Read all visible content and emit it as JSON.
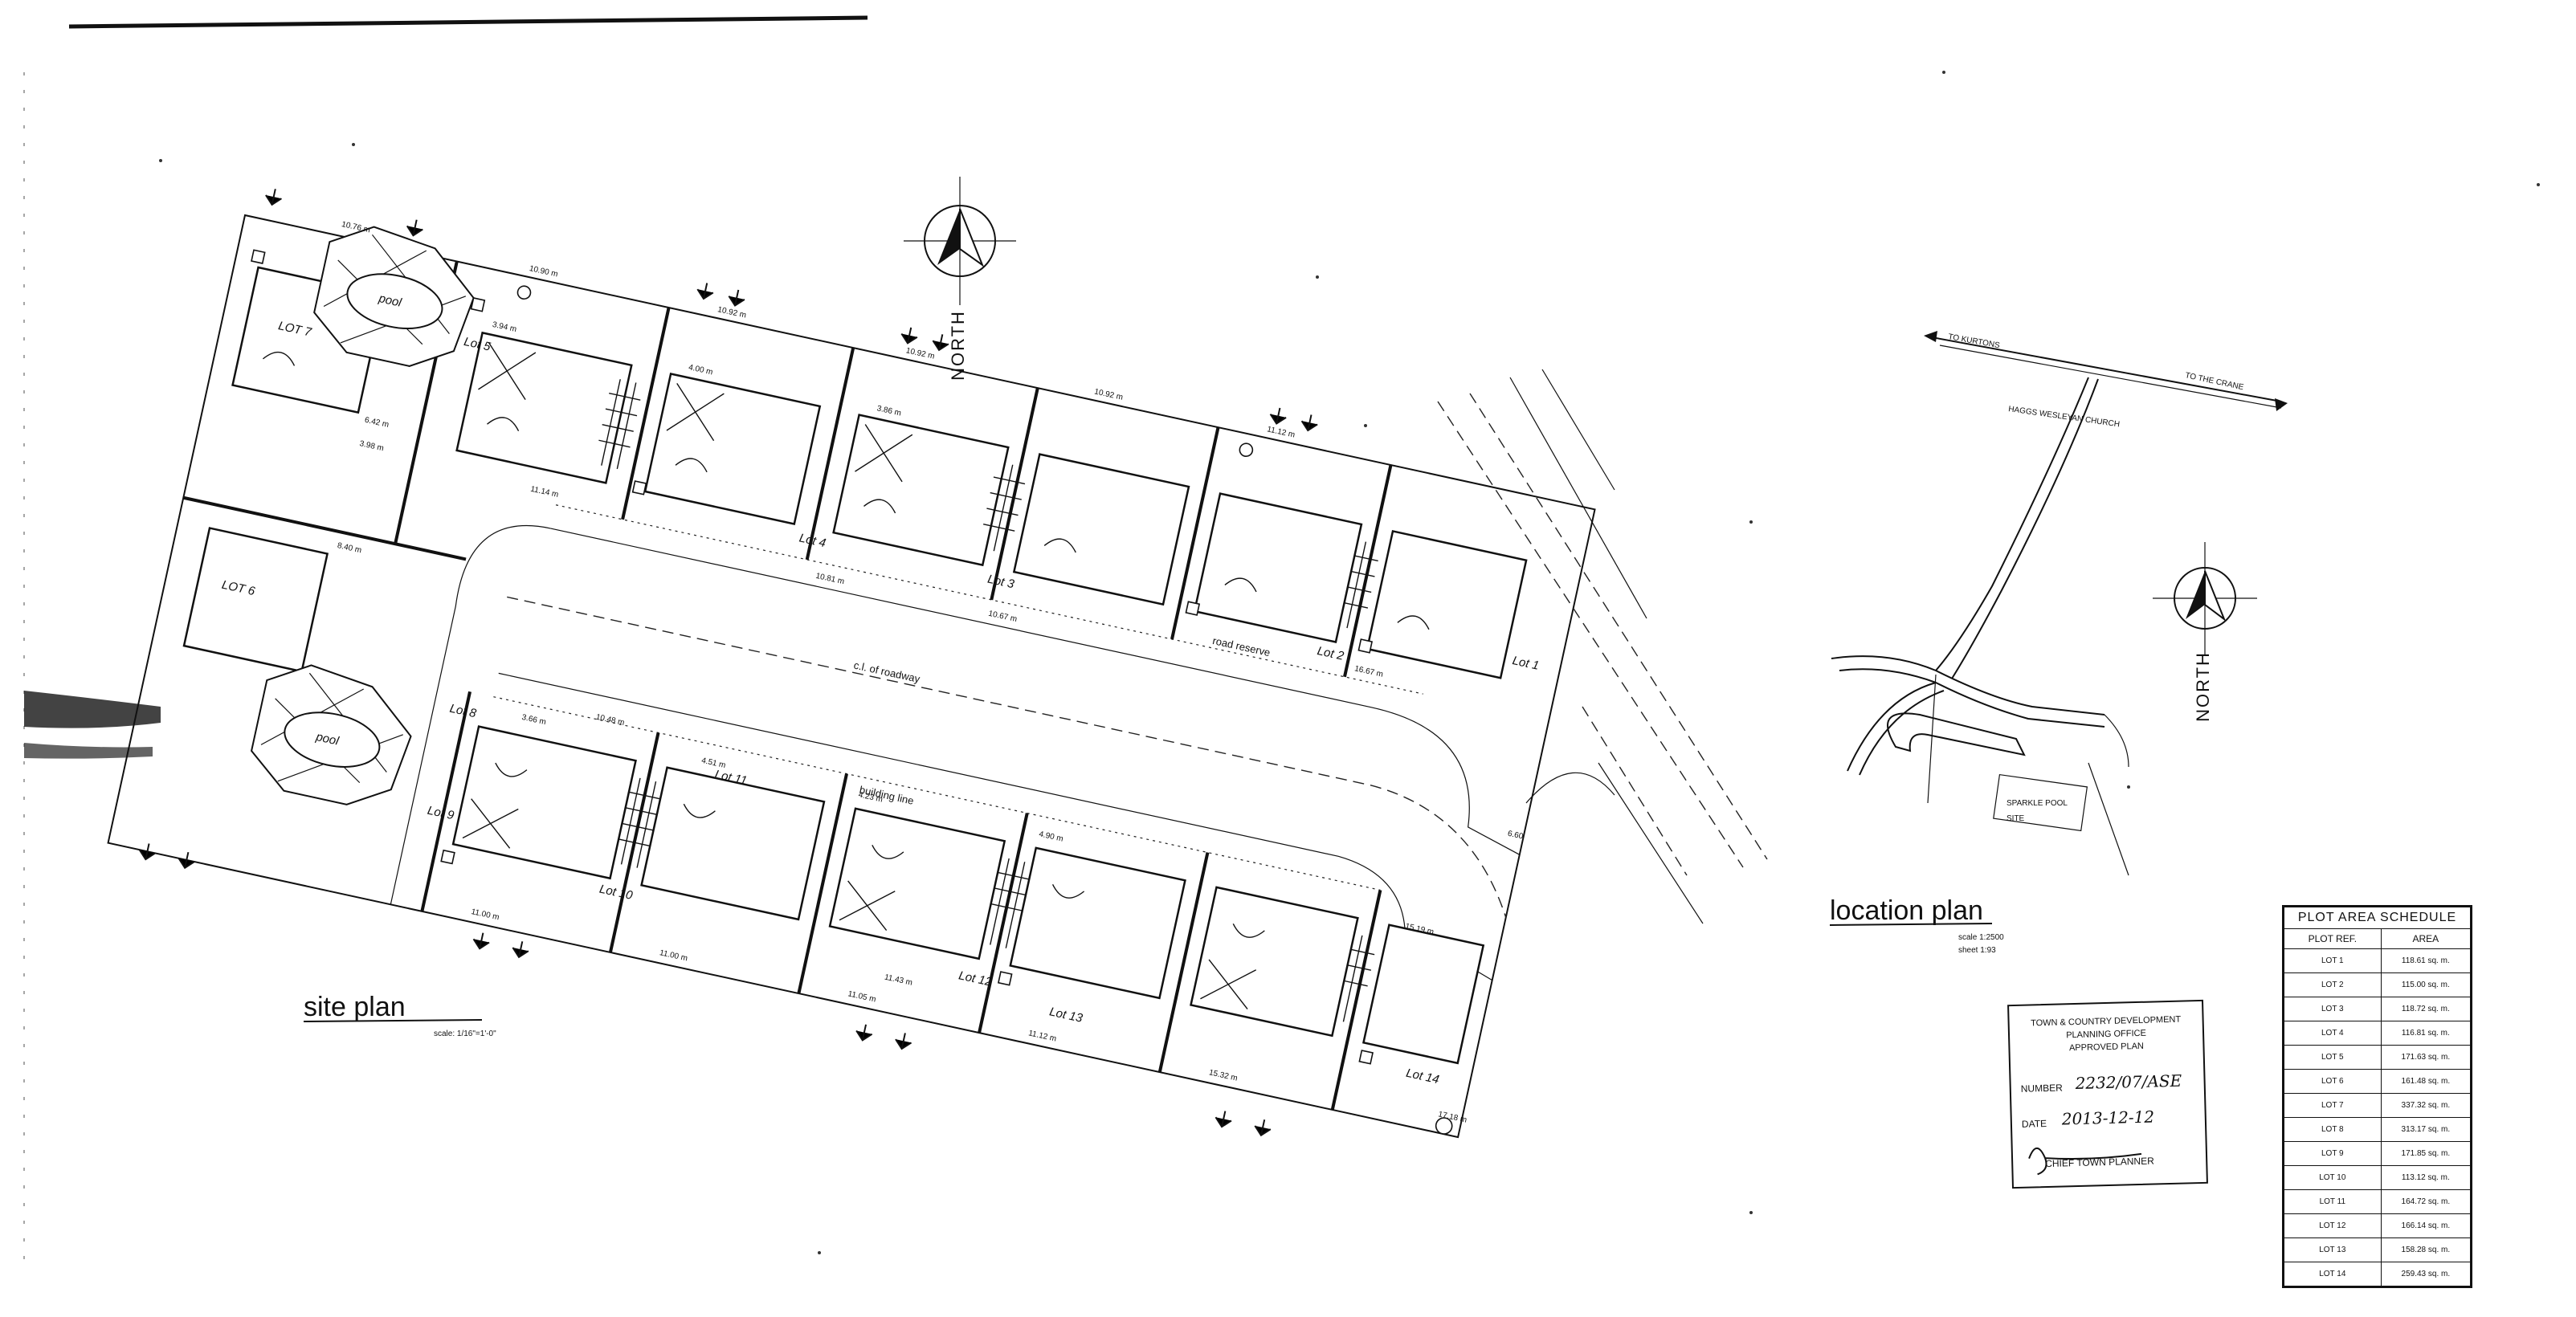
{
  "titles": {
    "site_plan": "site plan",
    "site_plan_scale": "scale: 1/16\"=1'-0\"",
    "location_plan": "location plan",
    "location_plan_scale": "scale 1:2500",
    "location_plan_sheet": "sheet 1:93",
    "north": "NORTH"
  },
  "location_map": {
    "to_kurtons": "TO KURTONS",
    "to_the_crane": "TO THE CRANE",
    "church": "HAGGS WESLEYAN CHURCH",
    "sparkle_site": "SPARKLE POOL",
    "site": "SITE"
  },
  "site_labels": {
    "lots": [
      "LOT 7",
      "LOT 6",
      "Lot 5",
      "Lot 4",
      "Lot 3",
      "Lot 2",
      "Lot 1",
      "Lot 8",
      "Lot 9",
      "Lot 10",
      "Lot 11",
      "Lot 12",
      "Lot 13",
      "Lot 14"
    ],
    "pool": "pool",
    "road_cl": "c.l. of roadway",
    "road_reserve": "road reserve",
    "building_line": "building line",
    "dims": [
      "10.76 m",
      "10.90 m",
      "10.92 m",
      "10.92 m",
      "10.92 m",
      "11.12 m",
      "11.14 m",
      "11.00 m",
      "11.00 m",
      "11.05 m",
      "11.12 m",
      "11.43 m",
      "15.19 m",
      "15.32 m",
      "17.18 m",
      "16.67 m",
      "8.40 m",
      "6.42 m",
      "3.98 m",
      "3.66 m",
      "4.51 m",
      "4.23 m",
      "4.90 m",
      "3.94 m",
      "4.00 m",
      "3.86 m",
      "10.81 m",
      "10.67 m",
      "10.48 m",
      "6.60"
    ]
  },
  "plot_area_schedule": {
    "title": "PLOT AREA SCHEDULE",
    "headers": [
      "PLOT REF.",
      "AREA"
    ],
    "rows": [
      [
        "LOT 1",
        "118.61 sq. m."
      ],
      [
        "LOT 2",
        "115.00 sq. m."
      ],
      [
        "LOT 3",
        "118.72 sq. m."
      ],
      [
        "LOT 4",
        "116.81 sq. m."
      ],
      [
        "LOT 5",
        "171.63 sq. m."
      ],
      [
        "LOT 6",
        "161.48 sq. m."
      ],
      [
        "LOT 7",
        "337.32 sq. m."
      ],
      [
        "LOT 8",
        "313.17 sq. m."
      ],
      [
        "LOT 9",
        "171.85 sq. m."
      ],
      [
        "LOT 10",
        "113.12 sq. m."
      ],
      [
        "LOT 11",
        "164.72 sq. m."
      ],
      [
        "LOT 12",
        "166.14 sq. m."
      ],
      [
        "LOT 13",
        "158.28 sq. m."
      ],
      [
        "LOT 14",
        "259.43 sq. m."
      ]
    ]
  },
  "approval_stamp": {
    "line1": "TOWN & COUNTRY DEVELOPMENT",
    "line2": "PLANNING OFFICE",
    "line3": "APPROVED PLAN",
    "number_label": "NUMBER",
    "number_value": "2232/07/ASE",
    "date_label": "DATE",
    "date_value": "2013-12-12",
    "signatory": "CHIEF TOWN PLANNER"
  }
}
